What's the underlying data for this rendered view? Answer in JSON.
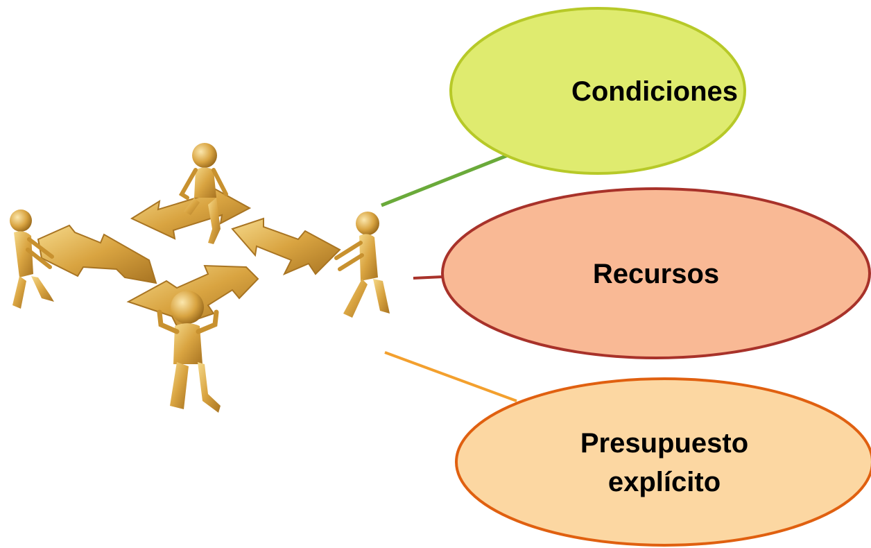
{
  "illustration": {
    "description_icon": "gold-figures-holding-arrows-icon",
    "figure_color": "#d9a441",
    "figure_shadow": "#a87422",
    "figure_highlight": "#f5d98a"
  },
  "nodes": [
    {
      "id": "condiciones",
      "lines": [
        "Condiciones"
      ],
      "fill": "#dfeb6f",
      "stroke": "#b7c928",
      "connector_color": "#6aaa3a"
    },
    {
      "id": "recursos",
      "lines": [
        "Recursos"
      ],
      "fill": "#f9b995",
      "stroke": "#a8322a",
      "connector_color": "#a8322a"
    },
    {
      "id": "presupuesto",
      "lines": [
        "Presupuesto",
        "explícito"
      ],
      "fill": "#fcd7a2",
      "stroke": "#e06010",
      "connector_color": "#f3a02e"
    }
  ]
}
